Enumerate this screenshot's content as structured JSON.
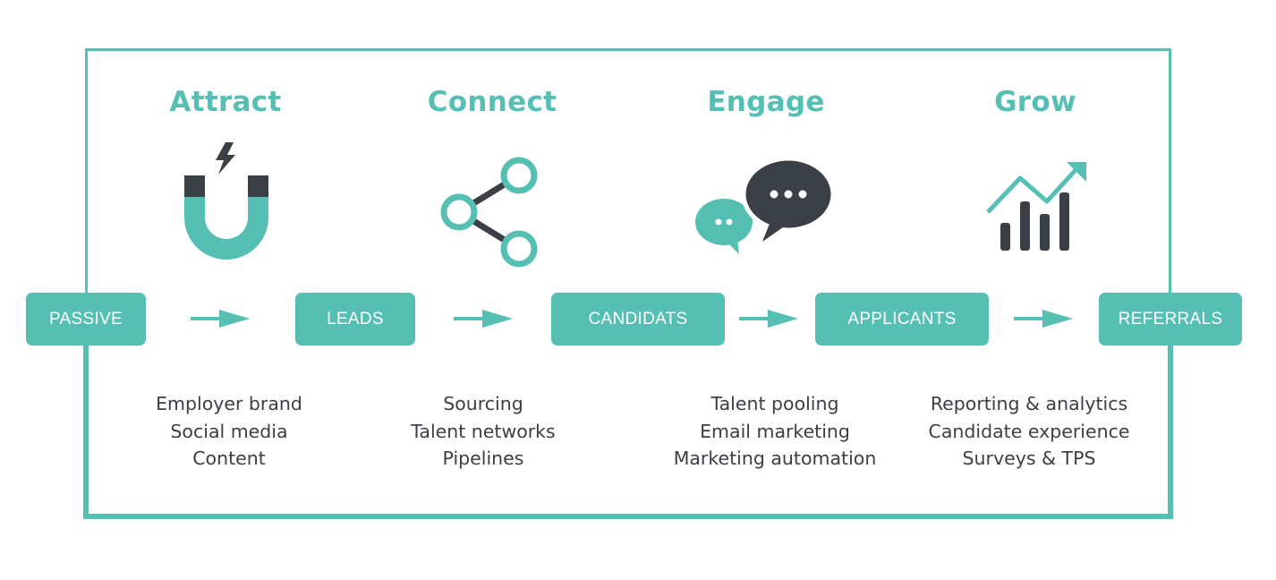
{
  "colors": {
    "accent": "#56bfb4",
    "dark": "#3a4046",
    "text": "#3a3f44"
  },
  "stages": [
    {
      "title": "Attract",
      "icon": "magnet-icon",
      "items": [
        "Employer brand",
        "Social media",
        "Content"
      ]
    },
    {
      "title": "Connect",
      "icon": "share-icon",
      "items": [
        "Sourcing",
        "Talent networks",
        "Pipelines"
      ]
    },
    {
      "title": "Engage",
      "icon": "chat-bubbles-icon",
      "items": [
        "Talent pooling",
        "Email marketing",
        "Marketing automation"
      ]
    },
    {
      "title": "Grow",
      "icon": "growth-chart-icon",
      "items": [
        "Reporting & analytics",
        "Candidate experience",
        "Surveys & TPS"
      ]
    }
  ],
  "funnel": [
    "PASSIVE",
    "LEADS",
    "CANDIDATS",
    "APPLICANTS",
    "REFERRALS"
  ]
}
